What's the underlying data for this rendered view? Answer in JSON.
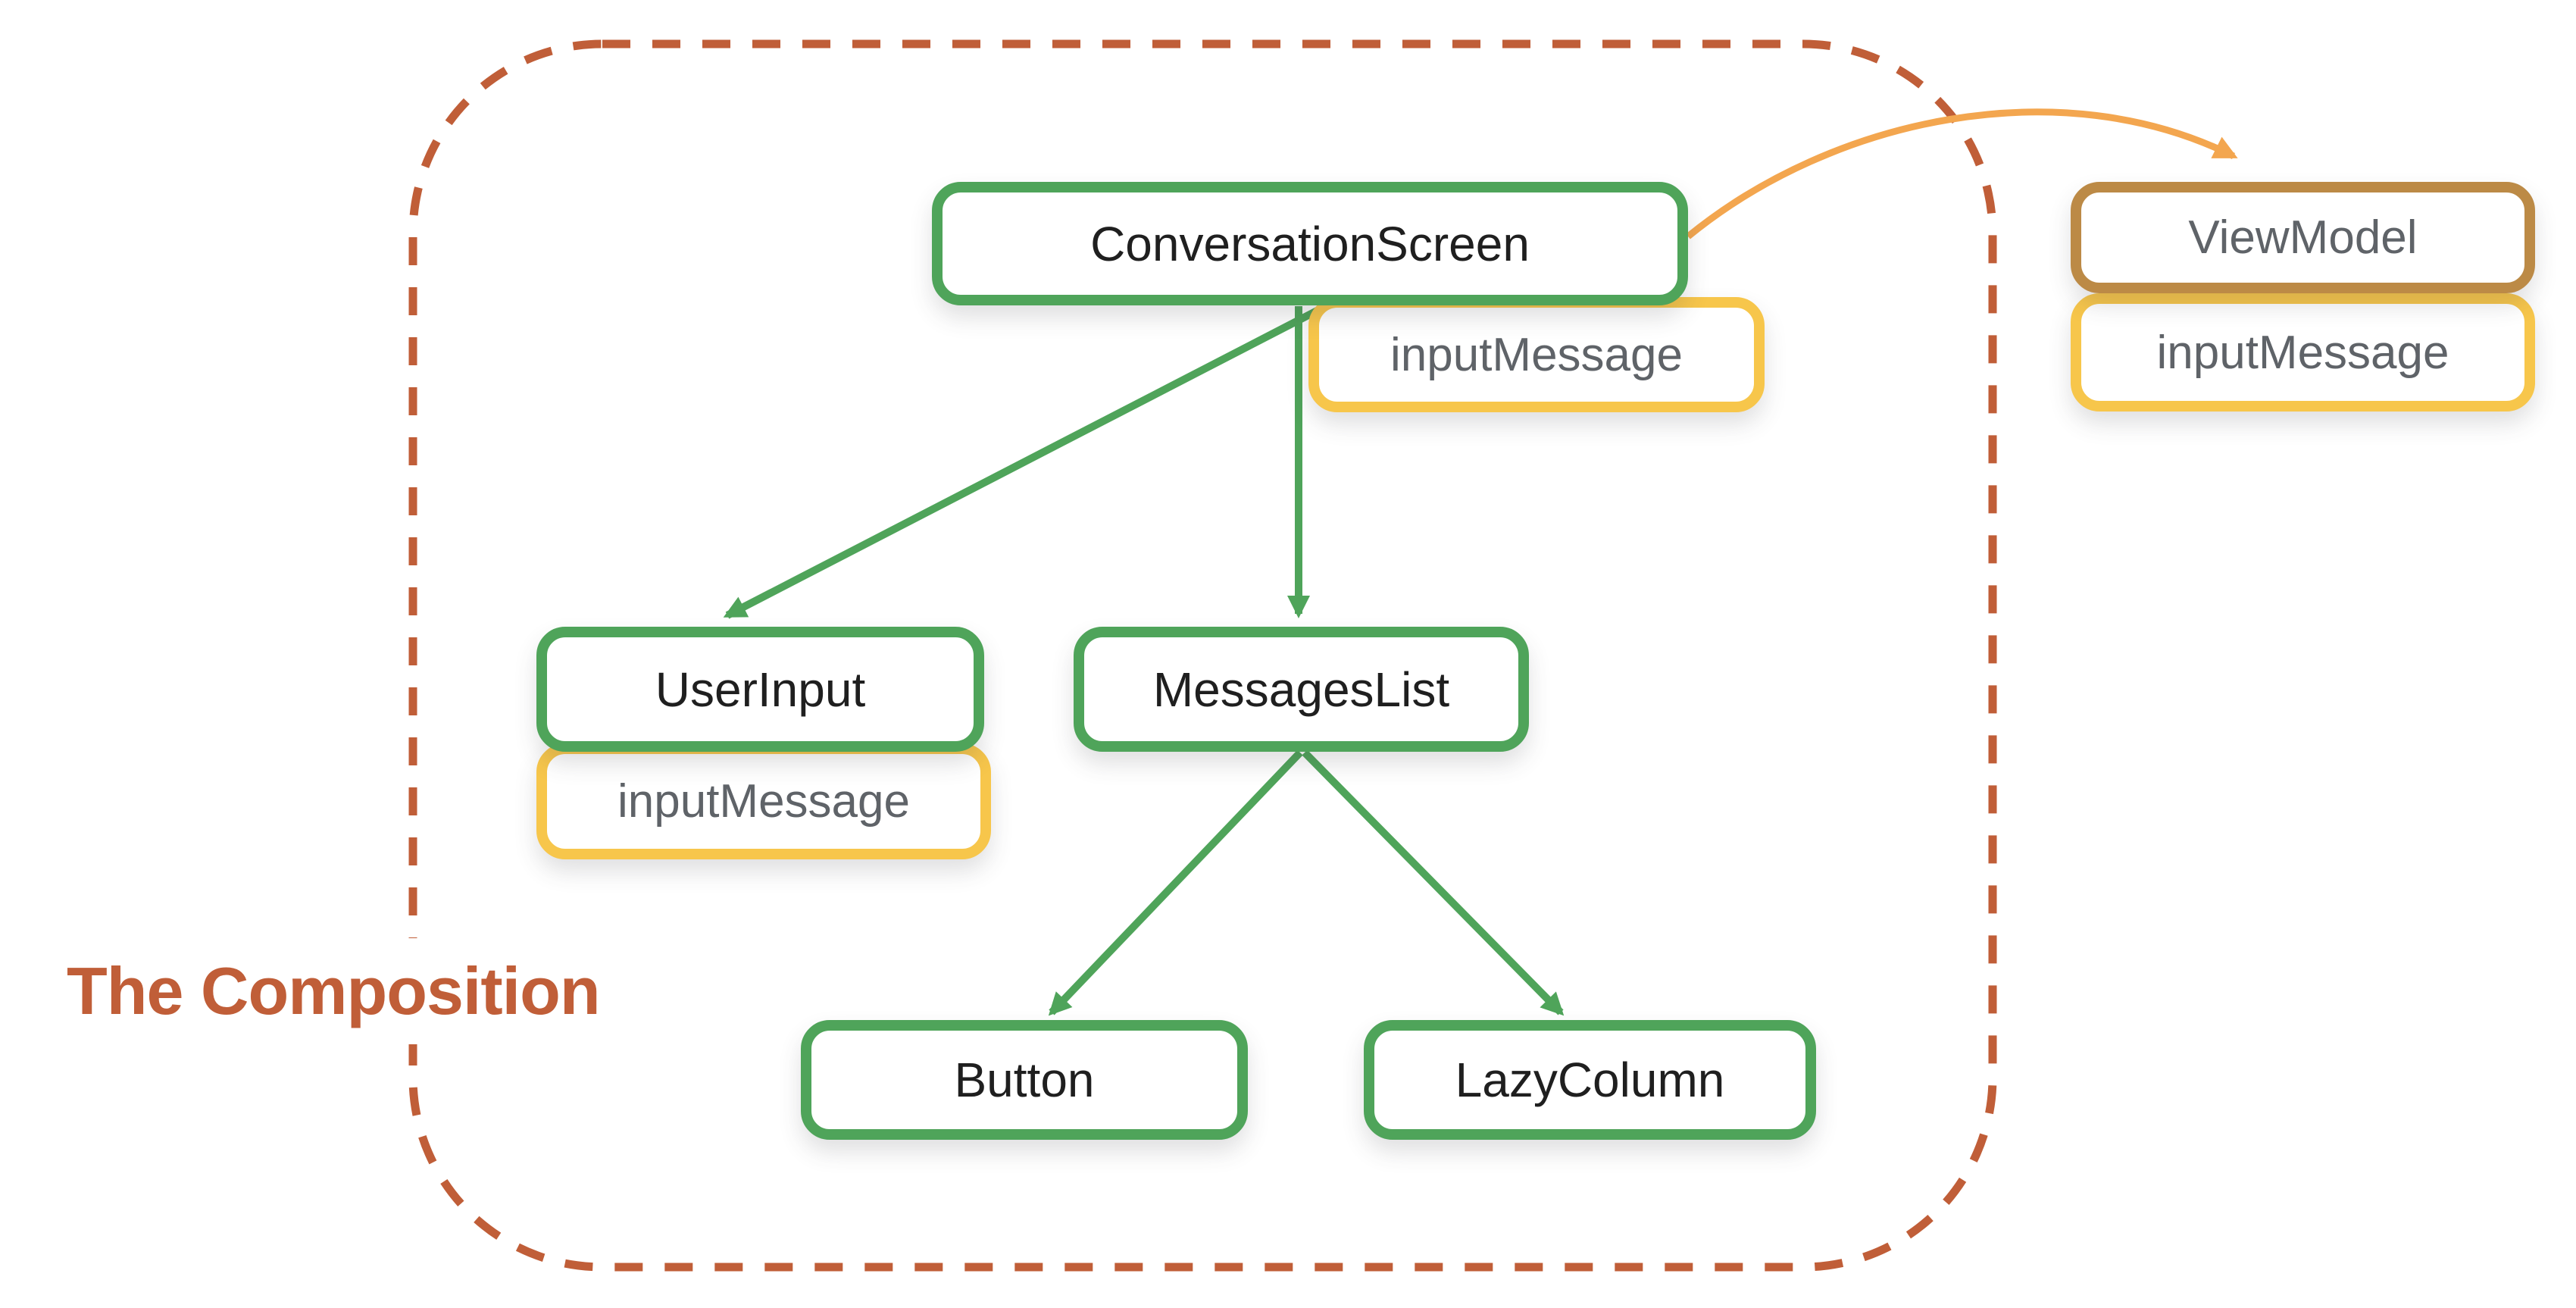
{
  "colors": {
    "green": "#4FA45A",
    "yellow": "#F7C64B",
    "brown": "#BC8A46",
    "orange": "#F3A64F",
    "rust": "#C05E38",
    "ink": "#1F1F1F",
    "gray": "#5F6368",
    "bg": "#FFFFFF"
  },
  "title": {
    "label": "The Composition"
  },
  "boxes": {
    "conversationScreen": {
      "label": "ConversationScreen"
    },
    "conversationScreenState": {
      "label": "inputMessage"
    },
    "userInput": {
      "label": "UserInput"
    },
    "userInputState": {
      "label": "inputMessage"
    },
    "messagesList": {
      "label": "MessagesList"
    },
    "button": {
      "label": "Button"
    },
    "lazyColumn": {
      "label": "LazyColumn"
    },
    "viewModel": {
      "label": "ViewModel"
    },
    "viewModelState": {
      "label": "inputMessage"
    }
  },
  "edges": [
    {
      "from": "ConversationScreen",
      "to": "UserInput",
      "style": "green-arrow"
    },
    {
      "from": "ConversationScreen",
      "to": "MessagesList",
      "style": "green-arrow"
    },
    {
      "from": "MessagesList",
      "to": "Button",
      "style": "green-arrow"
    },
    {
      "from": "MessagesList",
      "to": "LazyColumn",
      "style": "green-arrow"
    },
    {
      "from": "ConversationScreen",
      "to": "ViewModel",
      "style": "orange-curved-arrow"
    }
  ]
}
